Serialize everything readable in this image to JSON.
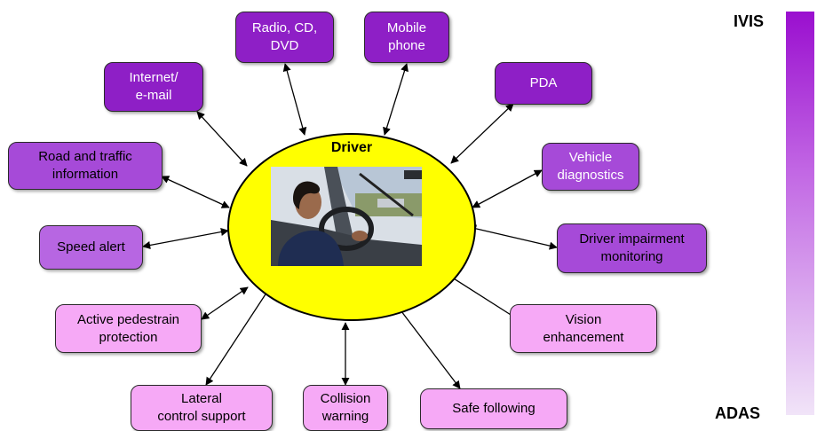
{
  "center": {
    "title": "Driver",
    "photo_icon": "driver-photo-icon"
  },
  "systems": [
    {
      "label": "Radio, CD,\nDVD",
      "color": "#8e1fc6"
    },
    {
      "label": "Mobile\nphone",
      "color": "#8e1fc6"
    },
    {
      "label": "PDA",
      "color": "#8e1fc6"
    },
    {
      "label": "Internet/\ne-mail",
      "color": "#8e1fc6"
    },
    {
      "label": "Vehicle\ndiagnostics",
      "color": "#a64ad8"
    },
    {
      "label": "Road and traffic\ninformation",
      "color": "#a64ad8"
    },
    {
      "label": "Driver impairment\nmonitoring",
      "color": "#a64ad8"
    },
    {
      "label": "Speed alert",
      "color": "#b766e2"
    },
    {
      "label": "Active pedestrain\nprotection",
      "color": "#f6a9f6"
    },
    {
      "label": "Vision\nenhancement",
      "color": "#f6a9f6"
    },
    {
      "label": "Lateral\ncontrol support",
      "color": "#f6a9f6"
    },
    {
      "label": "Collision\nwarning",
      "color": "#f6a9f6"
    },
    {
      "label": "Safe following",
      "color": "#f6a9f6"
    }
  ],
  "scale": {
    "top_label": "IVIS",
    "bottom_label": "ADAS",
    "top_color": "#9a0fcf",
    "bottom_color": "#f1e4f8"
  }
}
